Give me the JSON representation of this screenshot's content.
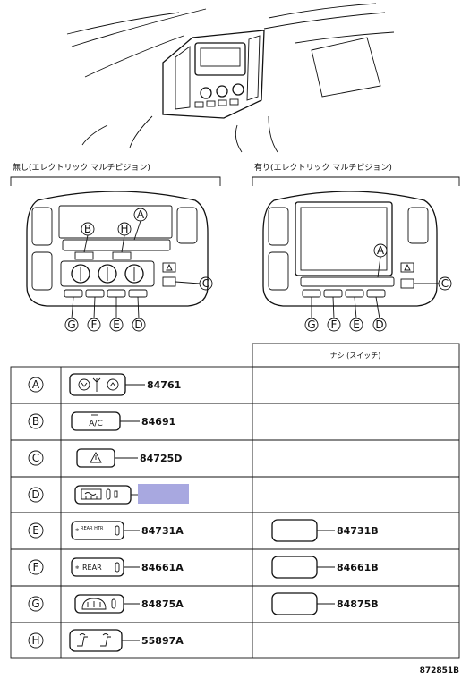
{
  "captions": {
    "without_multivision": "無し(エレクトリック マルチビジョン)",
    "with_multivision": "有り(エレクトリック マルチビジョン)"
  },
  "callouts": [
    "A",
    "B",
    "C",
    "D",
    "E",
    "F",
    "G",
    "H"
  ],
  "table": {
    "column_header": "ナシ (スイッチ)",
    "rows": [
      {
        "key": "A",
        "part": "84761",
        "alt": "",
        "icon": "fan-arrows-icon",
        "icon_text": ""
      },
      {
        "key": "B",
        "part": "84691",
        "alt": "",
        "icon": "ac-icon",
        "icon_text": "A/C"
      },
      {
        "key": "C",
        "part": "84725D",
        "alt": "",
        "icon": "hazard-icon",
        "icon_text": ""
      },
      {
        "key": "D",
        "part": "",
        "alt": "",
        "icon": "defog-icon",
        "icon_text": ""
      },
      {
        "key": "E",
        "part": "84731A",
        "alt": "84731B",
        "icon": "rear-heater-icon",
        "icon_text": "REAR HTR"
      },
      {
        "key": "F",
        "part": "84661A",
        "alt": "84661B",
        "icon": "rear-icon",
        "icon_text": "REAR"
      },
      {
        "key": "G",
        "part": "84875A",
        "alt": "84875B",
        "icon": "defroster-icon",
        "icon_text": ""
      },
      {
        "key": "H",
        "part": "55897A",
        "alt": "",
        "icon": "seat-heater-icon",
        "icon_text": ""
      }
    ]
  },
  "redacted_box_color": "#a8a8e0",
  "drawing_ref": "872851B"
}
